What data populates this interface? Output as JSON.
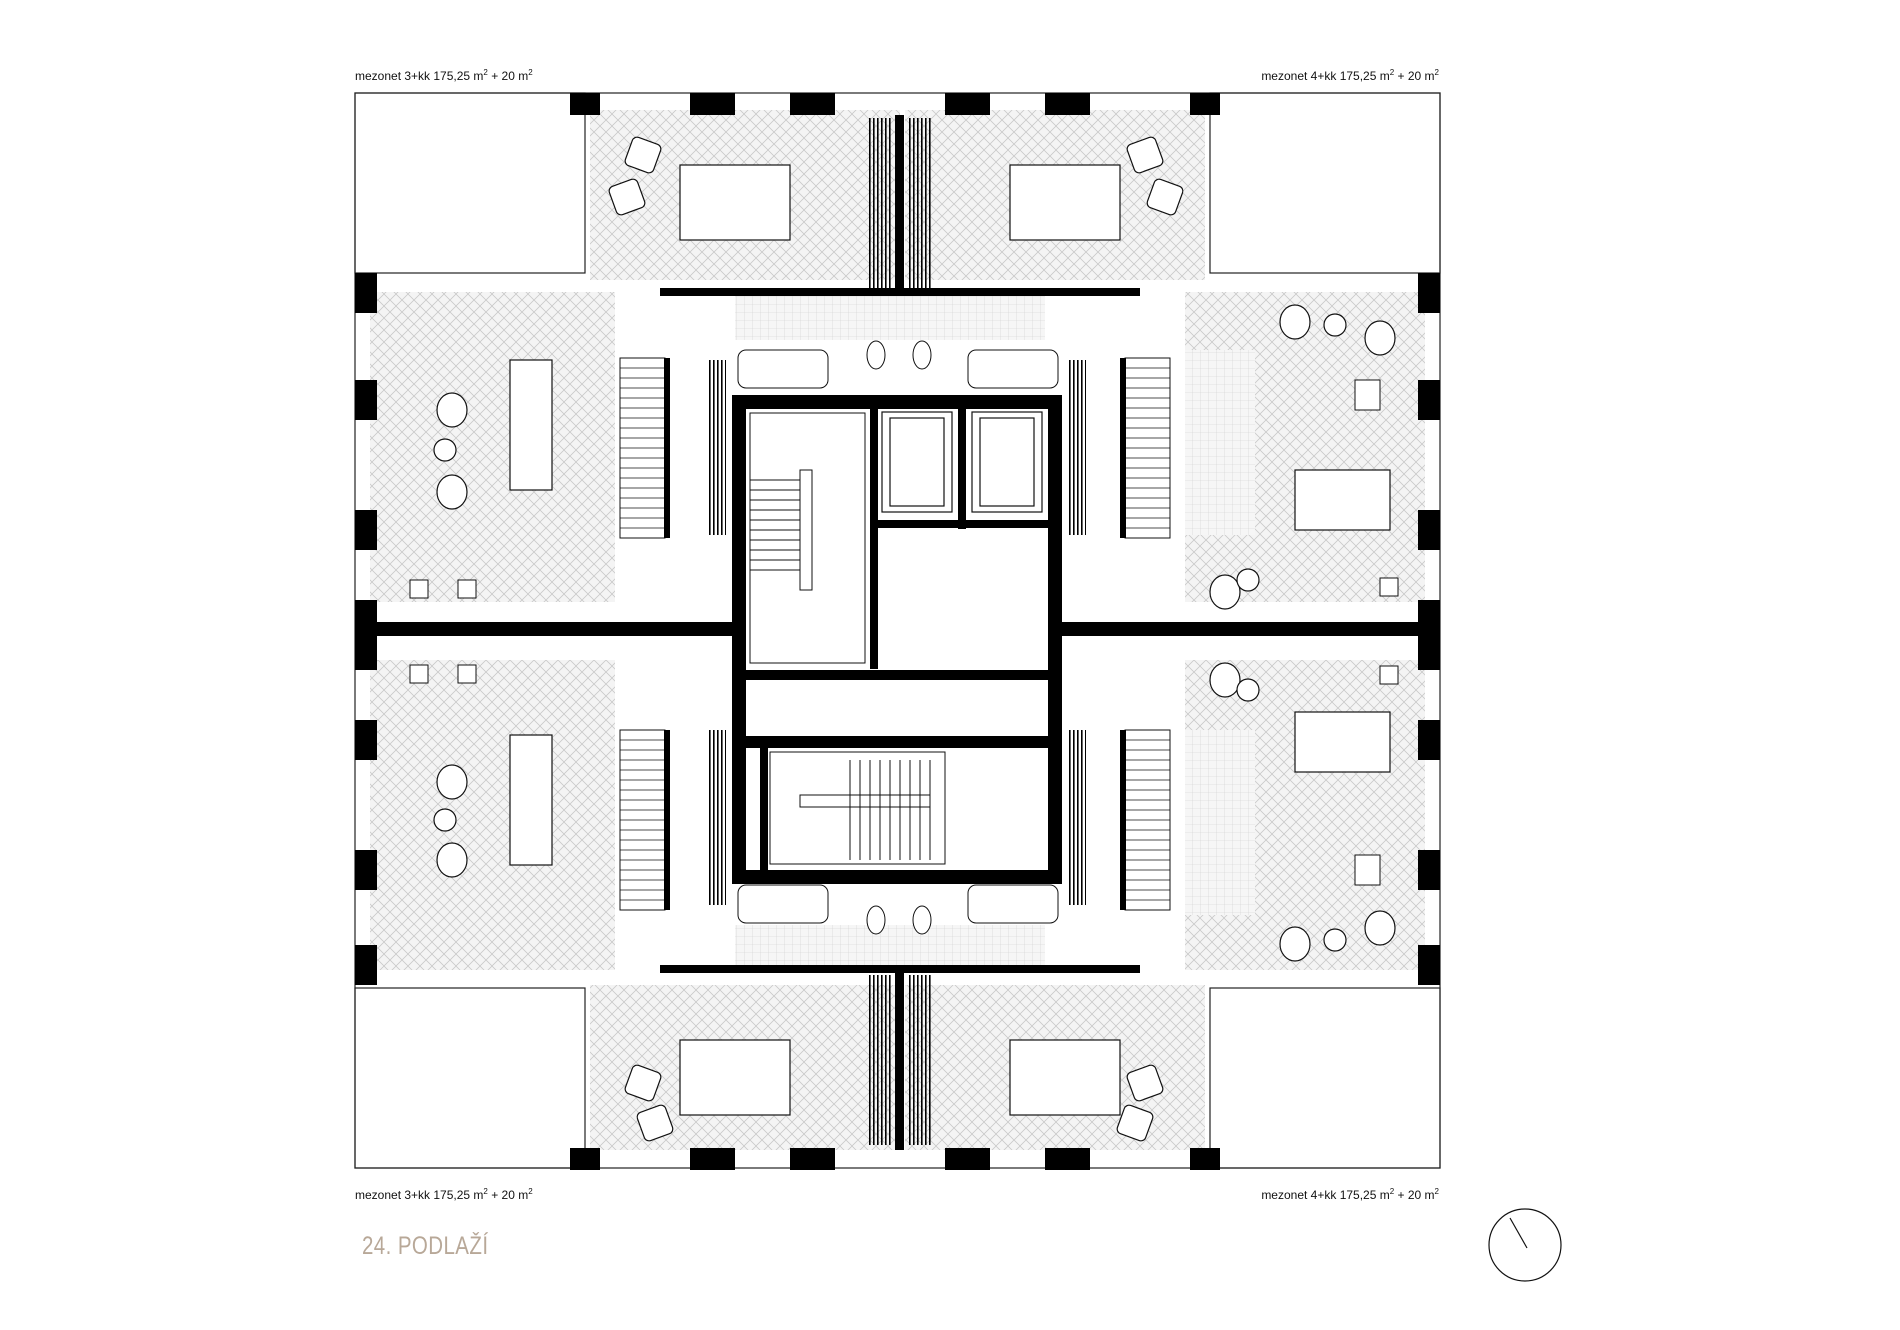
{
  "units": {
    "top_left": {
      "prefix": "mezonet 3+kk 175,25 m",
      "mid": " + 20 m",
      "sup": "2"
    },
    "top_right": {
      "prefix": "mezonet 4+kk 175,25 m",
      "mid": " + 20 m",
      "sup": "2"
    },
    "bottom_left": {
      "prefix": "mezonet 3+kk 175,25 m",
      "mid": " + 20 m",
      "sup": "2"
    },
    "bottom_right": {
      "prefix": "mezonet 4+kk 175,25 m",
      "mid": " + 20 m",
      "sup": "2"
    }
  },
  "floor_title": "24. PODLAŽÍ",
  "colors": {
    "wall": "#000000",
    "line": "#111111",
    "floor_pattern": "#d9d9d9",
    "title": "#b8a898"
  },
  "icons": [
    "north-arrow-icon",
    "bed-icon",
    "armchair-icon",
    "bathtub-icon",
    "toilet-icon",
    "sink-icon",
    "staircase-icon",
    "elevator-icon",
    "wardrobe-icon"
  ]
}
